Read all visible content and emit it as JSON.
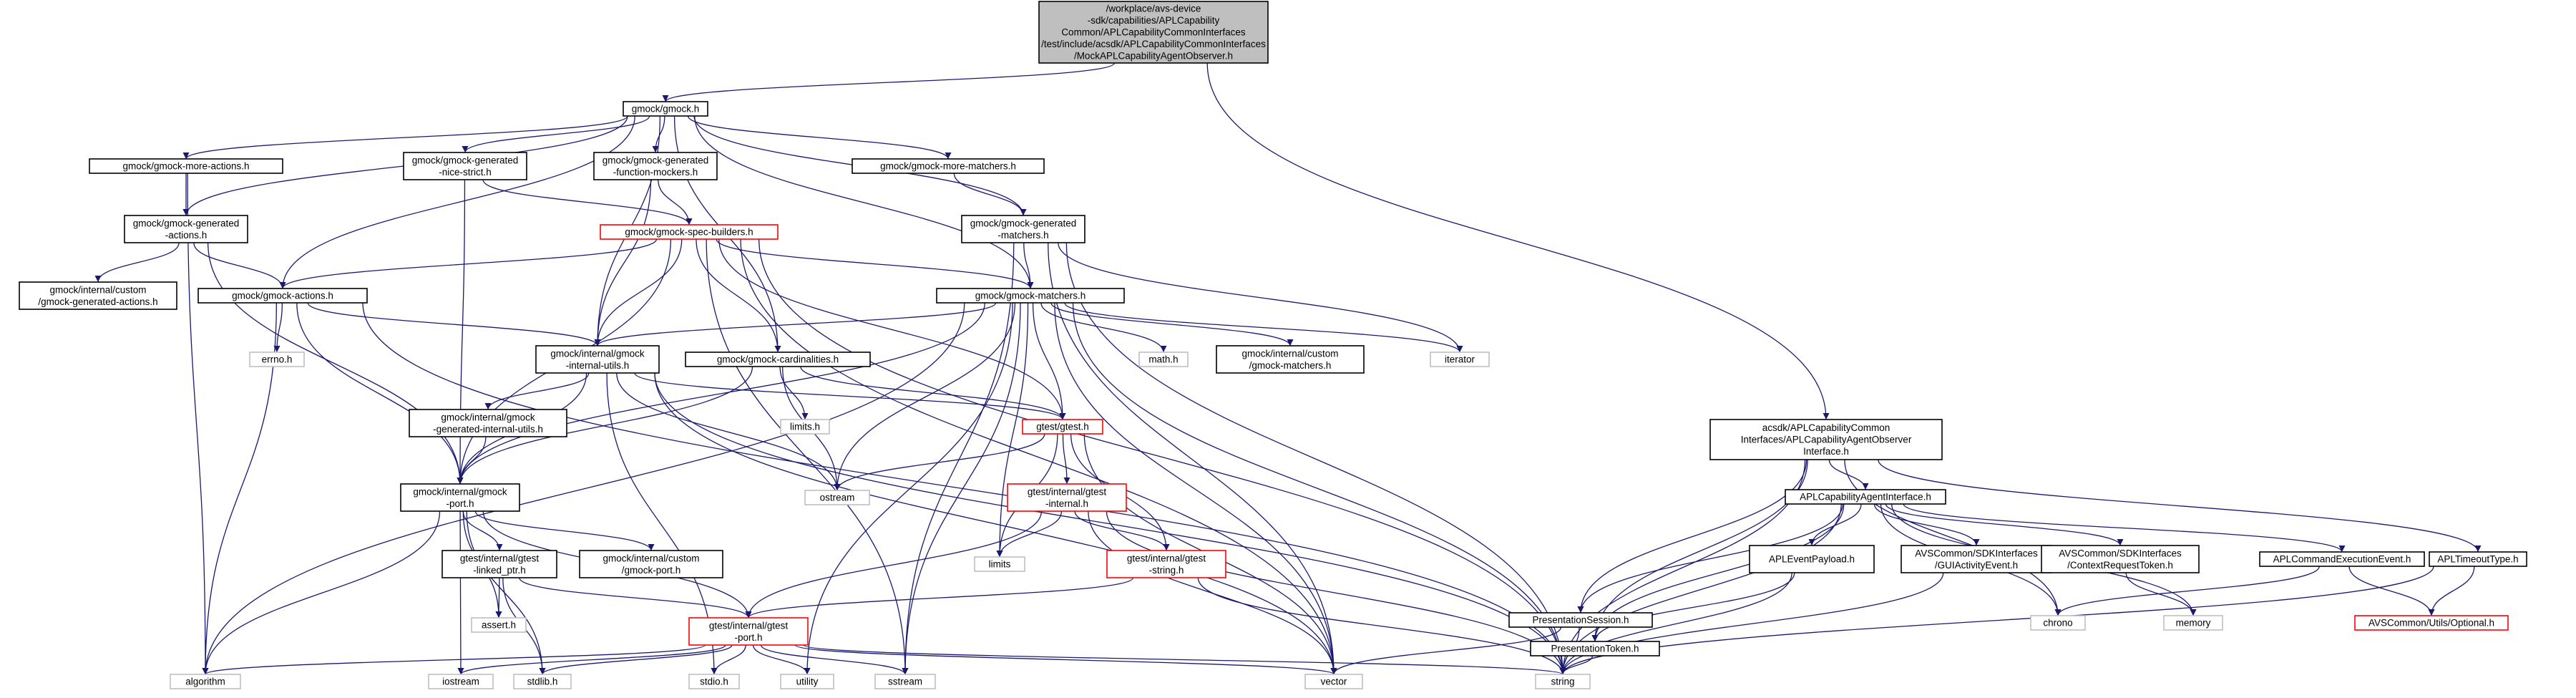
{
  "colors": {
    "edge": "#191970",
    "normal_border": "#000000",
    "missing_border": "#ff0000",
    "external_border": "#bfbfbf",
    "root_fill": "#bfbfbf",
    "background": "#ffffff"
  },
  "nodes": {
    "root": {
      "lines": [
        "/workplace/avs-device",
        "-sdk/capabilities/APLCapability",
        "Common/APLCapabilityCommonInterfaces",
        "/test/include/acsdk/APLCapabilityCommonInterfaces",
        "/MockAPLCapabilityAgentObserver.h"
      ],
      "kind": "root"
    },
    "gmock": {
      "lines": [
        "gmock/gmock.h"
      ],
      "kind": "normal"
    },
    "more_actions": {
      "lines": [
        "gmock/gmock-more-actions.h"
      ],
      "kind": "normal"
    },
    "gen_nice_strict": {
      "lines": [
        "gmock/gmock-generated",
        "-nice-strict.h"
      ],
      "kind": "normal"
    },
    "gen_function_mockers": {
      "lines": [
        "gmock/gmock-generated",
        "-function-mockers.h"
      ],
      "kind": "normal"
    },
    "more_matchers": {
      "lines": [
        "gmock/gmock-more-matchers.h"
      ],
      "kind": "normal"
    },
    "gen_actions": {
      "lines": [
        "gmock/gmock-generated",
        "-actions.h"
      ],
      "kind": "normal"
    },
    "spec_builders": {
      "lines": [
        "gmock/gmock-spec-builders.h"
      ],
      "kind": "missing"
    },
    "gen_matchers": {
      "lines": [
        "gmock/gmock-generated",
        "-matchers.h"
      ],
      "kind": "normal"
    },
    "custom_gen_actions": {
      "lines": [
        "gmock/internal/custom",
        "/gmock-generated-actions.h"
      ],
      "kind": "normal"
    },
    "gmock_actions": {
      "lines": [
        "gmock/gmock-actions.h"
      ],
      "kind": "normal"
    },
    "gmock_matchers": {
      "lines": [
        "gmock/gmock-matchers.h"
      ],
      "kind": "normal"
    },
    "errno": {
      "lines": [
        "errno.h"
      ],
      "kind": "external"
    },
    "internal_utils": {
      "lines": [
        "gmock/internal/gmock",
        "-internal-utils.h"
      ],
      "kind": "normal"
    },
    "cardinalities": {
      "lines": [
        "gmock/gmock-cardinalities.h"
      ],
      "kind": "normal"
    },
    "math": {
      "lines": [
        "math.h"
      ],
      "kind": "external"
    },
    "custom_matchers": {
      "lines": [
        "gmock/internal/custom",
        "/gmock-matchers.h"
      ],
      "kind": "normal"
    },
    "iterator": {
      "lines": [
        "iterator"
      ],
      "kind": "external"
    },
    "gen_internal_utils": {
      "lines": [
        "gmock/internal/gmock",
        "-generated-internal-utils.h"
      ],
      "kind": "normal"
    },
    "limits_h": {
      "lines": [
        "limits.h"
      ],
      "kind": "external"
    },
    "gtest": {
      "lines": [
        "gtest/gtest.h"
      ],
      "kind": "missing"
    },
    "gmock_port": {
      "lines": [
        "gmock/internal/gmock",
        "-port.h"
      ],
      "kind": "normal"
    },
    "ostream": {
      "lines": [
        "ostream"
      ],
      "kind": "external"
    },
    "gtest_internal": {
      "lines": [
        "gtest/internal/gtest",
        "-internal.h"
      ],
      "kind": "missing"
    },
    "linked_ptr": {
      "lines": [
        "gtest/internal/gtest",
        "-linked_ptr.h"
      ],
      "kind": "normal"
    },
    "custom_port": {
      "lines": [
        "gmock/internal/custom",
        "/gmock-port.h"
      ],
      "kind": "normal"
    },
    "limits": {
      "lines": [
        "limits"
      ],
      "kind": "external"
    },
    "gtest_string": {
      "lines": [
        "gtest/internal/gtest",
        "-string.h"
      ],
      "kind": "missing"
    },
    "assert": {
      "lines": [
        "assert.h"
      ],
      "kind": "external"
    },
    "gtest_port": {
      "lines": [
        "gtest/internal/gtest",
        "-port.h"
      ],
      "kind": "missing"
    },
    "algorithm": {
      "lines": [
        "algorithm"
      ],
      "kind": "external"
    },
    "iostream": {
      "lines": [
        "iostream"
      ],
      "kind": "external"
    },
    "stdlib": {
      "lines": [
        "stdlib.h"
      ],
      "kind": "external"
    },
    "stdio": {
      "lines": [
        "stdio.h"
      ],
      "kind": "external"
    },
    "utility": {
      "lines": [
        "utility"
      ],
      "kind": "external"
    },
    "sstream": {
      "lines": [
        "sstream"
      ],
      "kind": "external"
    },
    "vector": {
      "lines": [
        "vector"
      ],
      "kind": "external"
    },
    "string": {
      "lines": [
        "string"
      ],
      "kind": "external"
    },
    "observer_iface": {
      "lines": [
        "acsdk/APLCapabilityCommon",
        "Interfaces/APLCapabilityAgentObserver",
        "Interface.h"
      ],
      "kind": "normal"
    },
    "agent_iface": {
      "lines": [
        "APLCapabilityAgentInterface.h"
      ],
      "kind": "normal"
    },
    "event_payload": {
      "lines": [
        "APLEventPayload.h"
      ],
      "kind": "normal"
    },
    "gui_activity": {
      "lines": [
        "AVSCommon/SDKInterfaces",
        "/GUIActivityEvent.h"
      ],
      "kind": "normal"
    },
    "context_token": {
      "lines": [
        "AVSCommon/SDKInterfaces",
        "/ContextRequestToken.h"
      ],
      "kind": "normal"
    },
    "command_exec": {
      "lines": [
        "APLCommandExecutionEvent.h"
      ],
      "kind": "normal"
    },
    "timeout_type": {
      "lines": [
        "APLTimeoutType.h"
      ],
      "kind": "normal"
    },
    "chrono": {
      "lines": [
        "chrono"
      ],
      "kind": "external"
    },
    "memory": {
      "lines": [
        "memory"
      ],
      "kind": "external"
    },
    "presentation_session": {
      "lines": [
        "PresentationSession.h"
      ],
      "kind": "normal"
    },
    "presentation_token": {
      "lines": [
        "PresentationToken.h"
      ],
      "kind": "normal"
    },
    "optional": {
      "lines": [
        "AVSCommon/Utils/Optional.h"
      ],
      "kind": "missing"
    }
  },
  "edges": [
    [
      "root",
      "gmock"
    ],
    [
      "root",
      "observer_iface"
    ],
    [
      "gmock",
      "more_actions"
    ],
    [
      "gmock",
      "gen_nice_strict"
    ],
    [
      "gmock",
      "gen_function_mockers"
    ],
    [
      "gmock",
      "more_matchers"
    ],
    [
      "gmock",
      "gen_actions"
    ],
    [
      "gmock",
      "gen_matchers"
    ],
    [
      "gmock",
      "gmock_actions"
    ],
    [
      "gmock",
      "gmock_matchers"
    ],
    [
      "gmock",
      "internal_utils"
    ],
    [
      "gmock",
      "cardinalities"
    ],
    [
      "more_actions",
      "gen_actions"
    ],
    [
      "more_actions",
      "algorithm"
    ],
    [
      "gen_nice_strict",
      "gmock_port"
    ],
    [
      "gen_nice_strict",
      "spec_builders"
    ],
    [
      "gen_function_mockers",
      "spec_builders"
    ],
    [
      "gen_function_mockers",
      "internal_utils"
    ],
    [
      "more_matchers",
      "gen_matchers"
    ],
    [
      "gen_actions",
      "custom_gen_actions"
    ],
    [
      "gen_actions",
      "gmock_actions"
    ],
    [
      "gen_actions",
      "gmock_port"
    ],
    [
      "spec_builders",
      "gmock_actions"
    ],
    [
      "spec_builders",
      "gmock_matchers"
    ],
    [
      "spec_builders",
      "internal_utils"
    ],
    [
      "spec_builders",
      "cardinalities"
    ],
    [
      "spec_builders",
      "gtest"
    ],
    [
      "spec_builders",
      "gmock_port"
    ],
    [
      "spec_builders",
      "sstream"
    ],
    [
      "spec_builders",
      "vector"
    ],
    [
      "spec_builders",
      "string"
    ],
    [
      "gen_matchers",
      "gmock_matchers"
    ],
    [
      "gen_matchers",
      "iterator"
    ],
    [
      "gen_matchers",
      "sstream"
    ],
    [
      "gen_matchers",
      "string"
    ],
    [
      "gen_matchers",
      "vector"
    ],
    [
      "gmock_actions",
      "errno"
    ],
    [
      "gmock_actions",
      "internal_utils"
    ],
    [
      "gmock_actions",
      "gmock_port"
    ],
    [
      "gmock_actions",
      "algorithm"
    ],
    [
      "gmock_actions",
      "string"
    ],
    [
      "gmock_matchers",
      "internal_utils"
    ],
    [
      "gmock_matchers",
      "math"
    ],
    [
      "gmock_matchers",
      "custom_matchers"
    ],
    [
      "gmock_matchers",
      "iterator"
    ],
    [
      "gmock_matchers",
      "gtest"
    ],
    [
      "gmock_matchers",
      "gmock_port"
    ],
    [
      "gmock_matchers",
      "ostream"
    ],
    [
      "gmock_matchers",
      "limits"
    ],
    [
      "gmock_matchers",
      "utility"
    ],
    [
      "gmock_matchers",
      "sstream"
    ],
    [
      "gmock_matchers",
      "vector"
    ],
    [
      "gmock_matchers",
      "string"
    ],
    [
      "gmock_matchers",
      "algorithm"
    ],
    [
      "internal_utils",
      "gen_internal_utils"
    ],
    [
      "internal_utils",
      "gmock_port"
    ],
    [
      "internal_utils",
      "gtest"
    ],
    [
      "internal_utils",
      "ostream"
    ],
    [
      "internal_utils",
      "stdio"
    ],
    [
      "internal_utils",
      "vector"
    ],
    [
      "internal_utils",
      "string"
    ],
    [
      "cardinalities",
      "limits_h"
    ],
    [
      "cardinalities",
      "ostream"
    ],
    [
      "cardinalities",
      "gmock_port"
    ],
    [
      "cardinalities",
      "gtest"
    ],
    [
      "gen_internal_utils",
      "gmock_port"
    ],
    [
      "gtest",
      "ostream"
    ],
    [
      "gtest",
      "limits"
    ],
    [
      "gtest",
      "gtest_internal"
    ],
    [
      "gtest",
      "gtest_string"
    ],
    [
      "gtest",
      "vector"
    ],
    [
      "gmock_port",
      "linked_ptr"
    ],
    [
      "gmock_port",
      "custom_port"
    ],
    [
      "gmock_port",
      "gtest_port"
    ],
    [
      "gmock_port",
      "assert"
    ],
    [
      "gmock_port",
      "iostream"
    ],
    [
      "gmock_port",
      "stdlib"
    ],
    [
      "gmock_port",
      "algorithm"
    ],
    [
      "gtest_internal",
      "gtest_port"
    ],
    [
      "gtest_internal",
      "limits"
    ],
    [
      "gtest_internal",
      "gtest_string"
    ],
    [
      "gtest_internal",
      "vector"
    ],
    [
      "gtest_internal",
      "string"
    ],
    [
      "linked_ptr",
      "assert"
    ],
    [
      "linked_ptr",
      "stdlib"
    ],
    [
      "linked_ptr",
      "gtest_port"
    ],
    [
      "gtest_string",
      "gtest_port"
    ],
    [
      "gtest_string",
      "string"
    ],
    [
      "gtest_port",
      "algorithm"
    ],
    [
      "gtest_port",
      "iostream"
    ],
    [
      "gtest_port",
      "stdlib"
    ],
    [
      "gtest_port",
      "stdio"
    ],
    [
      "gtest_port",
      "utility"
    ],
    [
      "gtest_port",
      "sstream"
    ],
    [
      "gtest_port",
      "vector"
    ],
    [
      "gtest_port",
      "string"
    ],
    [
      "observer_iface",
      "agent_iface"
    ],
    [
      "observer_iface",
      "presentation_session"
    ],
    [
      "observer_iface",
      "presentation_token"
    ],
    [
      "observer_iface",
      "chrono"
    ],
    [
      "observer_iface",
      "timeout_type"
    ],
    [
      "observer_iface",
      "string"
    ],
    [
      "agent_iface",
      "event_payload"
    ],
    [
      "agent_iface",
      "gui_activity"
    ],
    [
      "agent_iface",
      "context_token"
    ],
    [
      "agent_iface",
      "command_exec"
    ],
    [
      "agent_iface",
      "chrono"
    ],
    [
      "agent_iface",
      "memory"
    ],
    [
      "agent_iface",
      "string"
    ],
    [
      "agent_iface",
      "presentation_session"
    ],
    [
      "agent_iface",
      "presentation_token"
    ],
    [
      "event_payload",
      "presentation_token"
    ],
    [
      "event_payload",
      "string"
    ],
    [
      "gui_activity",
      "string"
    ],
    [
      "context_token",
      "memory"
    ],
    [
      "command_exec",
      "chrono"
    ],
    [
      "command_exec",
      "optional"
    ],
    [
      "timeout_type",
      "optional"
    ],
    [
      "timeout_type",
      "string"
    ],
    [
      "presentation_session",
      "vector"
    ],
    [
      "presentation_session",
      "string"
    ],
    [
      "presentation_token",
      "string"
    ]
  ]
}
